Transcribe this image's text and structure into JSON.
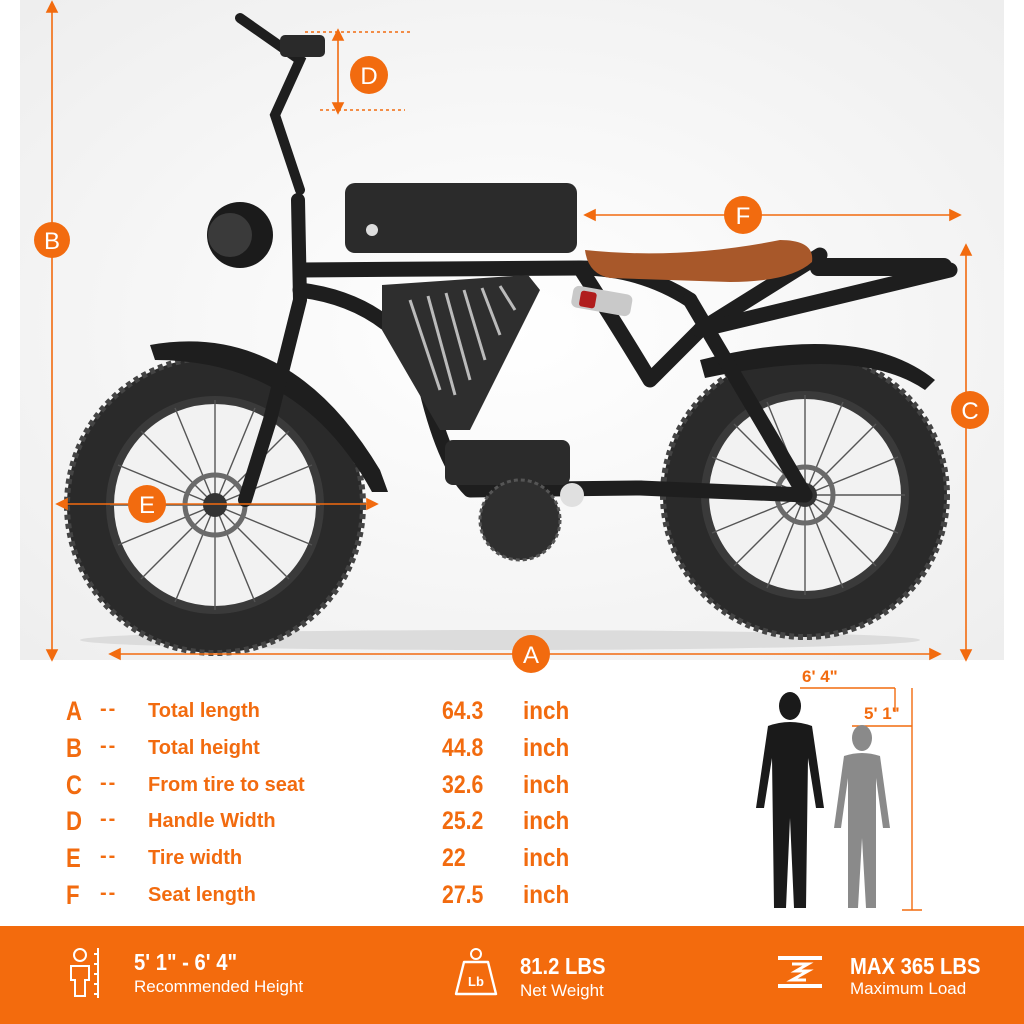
{
  "dimension_markers": {
    "a": "A",
    "b": "B",
    "c": "C",
    "d": "D",
    "e": "E",
    "f": "F"
  },
  "height_labels": {
    "tall": "6' 4\"",
    "short": "5' 1\""
  },
  "specs": [
    {
      "letter": "A",
      "dash": "--",
      "label": "Total length",
      "value": "64.3",
      "unit": "inch"
    },
    {
      "letter": "B",
      "dash": "--",
      "label": "Total height",
      "value": "44.8",
      "unit": "inch"
    },
    {
      "letter": "C",
      "dash": "--",
      "label": "From tire to seat",
      "value": "32.6",
      "unit": "inch"
    },
    {
      "letter": "D",
      "dash": "--",
      "label": "Handle Width",
      "value": "25.2",
      "unit": "inch"
    },
    {
      "letter": "E",
      "dash": "--",
      "label": "Tire width",
      "value": "22",
      "unit": "inch"
    },
    {
      "letter": "F",
      "dash": "--",
      "label": "Seat length",
      "value": "27.5",
      "unit": "inch"
    }
  ],
  "footer": {
    "height": {
      "main": "5' 1\" - 6' 4\"",
      "sub": "Recommended Height",
      "icon": "person-ruler-icon"
    },
    "weight": {
      "main": "81.2 LBS",
      "sub": "Net Weight",
      "icon": "weight-lb-icon",
      "icon_text": "Lb"
    },
    "load": {
      "main": "MAX 365 LBS",
      "sub": "Maximum Load",
      "icon": "load-press-icon"
    }
  },
  "colors": {
    "accent": "#f26b0f",
    "footer_bg": "#f36b0d",
    "bike_frame": "#1e1e1e",
    "seat": "#a8582a",
    "tall_figure": "#1a1a1a",
    "short_figure": "#8a8a8a"
  }
}
